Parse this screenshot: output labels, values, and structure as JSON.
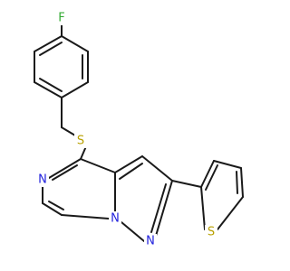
{
  "molecule": {
    "colors": {
      "bond": "#1a1a1a",
      "F": "#33aa33",
      "S": "#b8a000",
      "N": "#2222dd",
      "background": "#ffffff"
    },
    "atoms": [
      {
        "id": "a_F",
        "label": "F",
        "color": "F"
      },
      {
        "id": "a_S1",
        "label": "S",
        "color": "S"
      },
      {
        "id": "a_N5",
        "label": "N",
        "color": "N"
      },
      {
        "id": "a_N1",
        "label": "N",
        "color": "N"
      },
      {
        "id": "a_N2",
        "label": "N",
        "color": "N"
      },
      {
        "id": "a_S2",
        "label": "S",
        "color": "S"
      }
    ]
  }
}
